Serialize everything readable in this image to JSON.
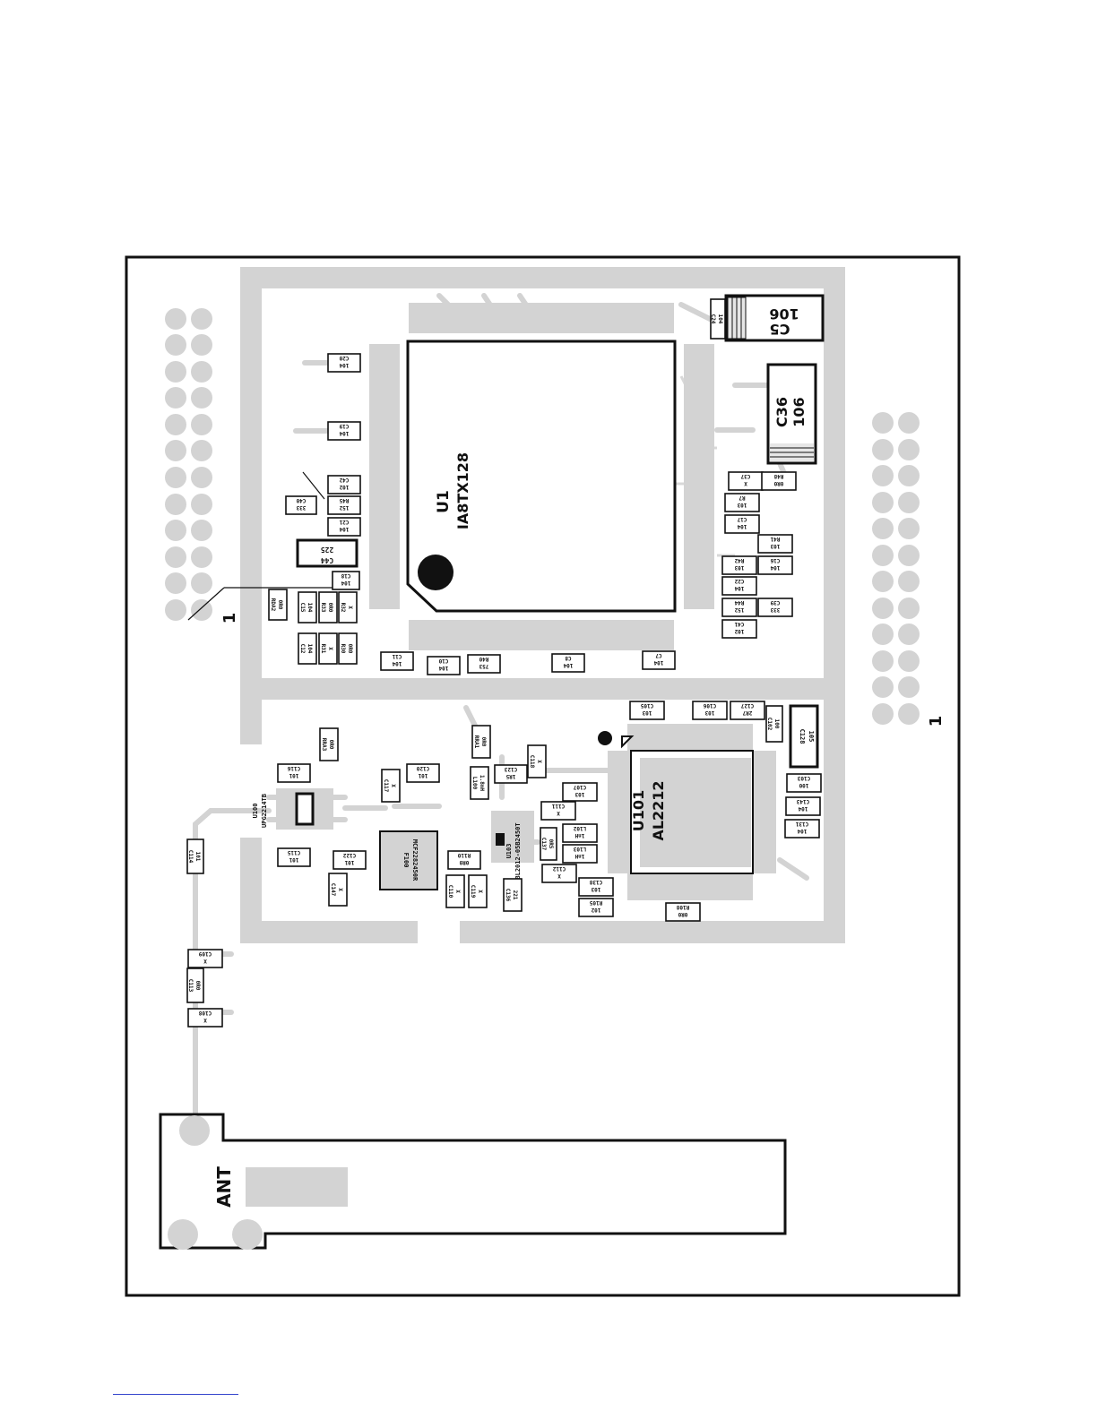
{
  "title": "",
  "colors": {
    "copper": "#d3d3d3",
    "silk": "#111111",
    "background": "#ffffff",
    "link_rule": "#3344cc"
  },
  "chips": {
    "u1": {
      "ref": "U1",
      "value": "IA8TX128"
    },
    "u101": {
      "ref": "U101",
      "value": "AL2212"
    },
    "c5": {
      "ref": "C5",
      "value": "106"
    },
    "c36": {
      "ref": "C36",
      "value": "106"
    },
    "c44": {
      "ref": "C44",
      "value": "225"
    },
    "c128": {
      "ref": "C128",
      "value": "105"
    },
    "f100": {
      "ref": "F100",
      "value": "MCF2282450R"
    },
    "u100": {
      "ref": "U100",
      "value": "UPG2214TB"
    },
    "u103": {
      "ref": "U103",
      "value": "BL2012-05B2450T"
    }
  },
  "antenna_label": "ANT",
  "pin_one_markers": [
    "1",
    "1"
  ],
  "parts": [
    {
      "ref": "C20",
      "value": "104"
    },
    {
      "ref": "C19",
      "value": "104"
    },
    {
      "ref": "C42",
      "value": "102"
    },
    {
      "ref": "R45",
      "value": "152"
    },
    {
      "ref": "C40",
      "value": "333"
    },
    {
      "ref": "C21",
      "value": "104"
    },
    {
      "ref": "C18",
      "value": "104"
    },
    {
      "ref": "RDA2",
      "value": "0R0"
    },
    {
      "ref": "C15",
      "value": "104"
    },
    {
      "ref": "R33",
      "value": "0R0"
    },
    {
      "ref": "R32",
      "value": "X"
    },
    {
      "ref": "C12",
      "value": "104"
    },
    {
      "ref": "R31",
      "value": "X"
    },
    {
      "ref": "R30",
      "value": "0R0"
    },
    {
      "ref": "C11",
      "value": "104"
    },
    {
      "ref": "C10",
      "value": "104"
    },
    {
      "ref": "R40",
      "value": "753"
    },
    {
      "ref": "C8",
      "value": "104"
    },
    {
      "ref": "C7",
      "value": "104"
    },
    {
      "ref": "C24",
      "value": "104"
    },
    {
      "ref": "C37",
      "value": "X"
    },
    {
      "ref": "R48",
      "value": "0R0"
    },
    {
      "ref": "R7",
      "value": "103"
    },
    {
      "ref": "C17",
      "value": "104"
    },
    {
      "ref": "R41",
      "value": "103"
    },
    {
      "ref": "R42",
      "value": "103"
    },
    {
      "ref": "C16",
      "value": "104"
    },
    {
      "ref": "C22",
      "value": "104"
    },
    {
      "ref": "R44",
      "value": "152"
    },
    {
      "ref": "C39",
      "value": "333"
    },
    {
      "ref": "C41",
      "value": "102"
    },
    {
      "ref": "C105",
      "value": "103"
    },
    {
      "ref": "C106",
      "value": "103"
    },
    {
      "ref": "C127",
      "value": "2R7"
    },
    {
      "ref": "C102",
      "value": "100"
    },
    {
      "ref": "RRA3",
      "value": "0R0"
    },
    {
      "ref": "RRA1",
      "value": "0R0"
    },
    {
      "ref": "C118",
      "value": "X"
    },
    {
      "ref": "C116",
      "value": "101"
    },
    {
      "ref": "C117",
      "value": "X"
    },
    {
      "ref": "C120",
      "value": "101"
    },
    {
      "ref": "L100",
      "value": "1.8nH"
    },
    {
      "ref": "C123",
      "value": "1R5"
    },
    {
      "ref": "C107",
      "value": "103"
    },
    {
      "ref": "C111",
      "value": "X"
    },
    {
      "ref": "C103",
      "value": "100"
    },
    {
      "ref": "C143",
      "value": "104"
    },
    {
      "ref": "C131",
      "value": "104"
    },
    {
      "ref": "C137",
      "value": "0R5"
    },
    {
      "ref": "L102",
      "value": "1nH"
    },
    {
      "ref": "L103",
      "value": "1nH"
    },
    {
      "ref": "C112",
      "value": "X"
    },
    {
      "ref": "C138",
      "value": "103"
    },
    {
      "ref": "R105",
      "value": "102"
    },
    {
      "ref": "R108",
      "value": "0R0"
    },
    {
      "ref": "C115",
      "value": "101"
    },
    {
      "ref": "C122",
      "value": "101"
    },
    {
      "ref": "C147",
      "value": "X"
    },
    {
      "ref": "R110",
      "value": "0R0"
    },
    {
      "ref": "C110",
      "value": "X"
    },
    {
      "ref": "C119",
      "value": "X"
    },
    {
      "ref": "C136",
      "value": "221"
    },
    {
      "ref": "C114",
      "value": "101"
    },
    {
      "ref": "C109",
      "value": "X"
    },
    {
      "ref": "C113",
      "value": "0R0"
    },
    {
      "ref": "C108",
      "value": "X"
    }
  ]
}
